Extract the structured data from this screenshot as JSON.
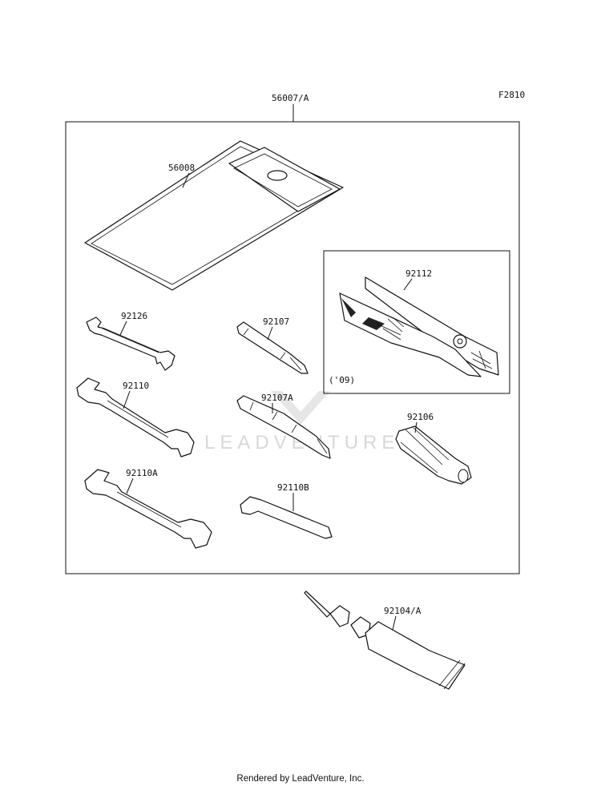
{
  "figure_code": "F2810",
  "kit_label": "56007/A",
  "labels": {
    "case": "56008",
    "pliers": "92112",
    "pliers_note": "('09)",
    "wrench_small": "92126",
    "wrench_medium": "92110",
    "wrench_large": "92110A",
    "driver_bit": "92107",
    "driver_bit_a": "92107A",
    "driver_handle": "92106",
    "hex_key": "92110B",
    "tube": "92104/A"
  },
  "watermark": "LEADVENTURE",
  "footer": "Rendered by LeadVenture, Inc."
}
